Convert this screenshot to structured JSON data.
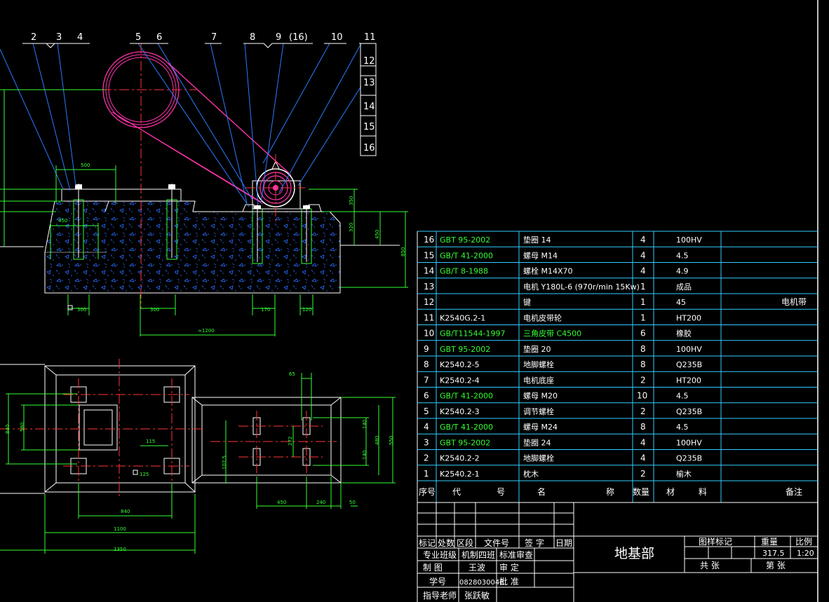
{
  "colors": {
    "background": "#000000",
    "frame": "#ffffff",
    "cyan": "#33ccff",
    "green": "#33ff33",
    "magenta": "#ff33aa",
    "red": "#ff3333",
    "blue": "#2a6cff"
  },
  "callouts": {
    "c234": [
      "2",
      "3",
      "4"
    ],
    "c56": [
      "5",
      "6"
    ],
    "c7": "7",
    "c89": [
      "8",
      "9",
      "(16)"
    ],
    "c10": "10",
    "c11": "11",
    "stack": [
      "12",
      "13",
      "14",
      "15",
      "16"
    ]
  },
  "dims": {
    "d500": "500",
    "d450": "450",
    "d300a": "300",
    "d300b": "300",
    "d170": "170",
    "d120": "120",
    "d1200": "≈1200",
    "d350": "350",
    "d320": "320",
    "d450v": "450",
    "d850": "850",
    "d65": "65",
    "d115": "115",
    "d125": "125",
    "d840": "840",
    "d1100": "1100",
    "d1350": "1350",
    "d450b": "450",
    "d240": "240",
    "d50": "50",
    "d140a": "140",
    "d140b": "140",
    "d272": "272",
    "d480": "480",
    "d550": "550",
    "d107": "107.5",
    "d840v": "840",
    "d580": "580"
  },
  "bom": {
    "rows": [
      {
        "no": "16",
        "code": "GBT 95-2002",
        "name": "垫圈 14",
        "qty": "4",
        "material": "100HV",
        "note": ""
      },
      {
        "no": "15",
        "code": "GB/T 41-2000",
        "name": "螺母 M14",
        "qty": "4",
        "material": "4.5",
        "note": ""
      },
      {
        "no": "14",
        "code": "GB/T 8-1988",
        "name": "螺栓 M14X70",
        "qty": "4",
        "material": "4.9",
        "note": ""
      },
      {
        "no": "13",
        "code": "",
        "name": "电机 Y180L-6 (970r/min  15Kw)",
        "qty": "1",
        "material": "成品",
        "note": ""
      },
      {
        "no": "12",
        "code": "",
        "name": "键",
        "qty": "1",
        "material": "45",
        "note": "电机带"
      },
      {
        "no": "11",
        "code": "K2540G.2-1",
        "name": "电机皮带轮",
        "qty": "1",
        "material": "HT200",
        "note": ""
      },
      {
        "no": "10",
        "code": "GB/T11544-1997",
        "name": "三角皮带 C4500",
        "qty": "6",
        "material": "橡胶",
        "note": ""
      },
      {
        "no": "9",
        "code": "GBT 95-2002",
        "name": "垫圈 20",
        "qty": "8",
        "material": "100HV",
        "note": ""
      },
      {
        "no": "8",
        "code": "K2540.2-5",
        "name": "地脚螺栓",
        "qty": "8",
        "material": "Q235B",
        "note": ""
      },
      {
        "no": "7",
        "code": "K2540.2-4",
        "name": "电机底座",
        "qty": "2",
        "material": "HT200",
        "note": ""
      },
      {
        "no": "6",
        "code": "GB/T 41-2000",
        "name": "螺母 M20",
        "qty": "10",
        "material": "4.5",
        "note": ""
      },
      {
        "no": "5",
        "code": "K2540.2-3",
        "name": "调节螺栓",
        "qty": "2",
        "material": "Q235B",
        "note": ""
      },
      {
        "no": "4",
        "code": "GB/T 41-2000",
        "name": "螺母 M24",
        "qty": "8",
        "material": "4.5",
        "note": ""
      },
      {
        "no": "3",
        "code": "GBT 95-2002",
        "name": "垫圈 24",
        "qty": "4",
        "material": "100HV",
        "note": ""
      },
      {
        "no": "2",
        "code": "K2540.2-2",
        "name": "地脚螺栓",
        "qty": "4",
        "material": "Q235B",
        "note": ""
      },
      {
        "no": "1",
        "code": "K2540.2-1",
        "name": "枕木",
        "qty": "2",
        "material": "榆木",
        "note": ""
      }
    ],
    "header": {
      "no": "序号",
      "code1": "代",
      "code2": "号",
      "name1": "名",
      "name2": "称",
      "qty": "数量",
      "mat1": "材",
      "mat2": "料",
      "note": "备注"
    }
  },
  "title_block": {
    "rev_labels": [
      "标记",
      "处数",
      "区段",
      "文件号",
      "签  字",
      "日期"
    ],
    "rows": [
      {
        "a": "专业班级",
        "b": "机制四班",
        "c": "标准审查",
        "d": ""
      },
      {
        "a": "制    图",
        "b": "王波",
        "c": "审    定",
        "d": ""
      },
      {
        "a": "学号",
        "b": "0828030048",
        "c": "批    准",
        "d": ""
      },
      {
        "a": "指导老师",
        "b": "张跃敏",
        "c": "",
        "d": ""
      }
    ],
    "drawing_name": "地基部",
    "mark_label": "图样标记",
    "weight_label": "重量",
    "scale_label": "比例",
    "weight": "317.5",
    "scale": "1:20",
    "total_label": "共    张",
    "sheet_label": "第    张"
  }
}
